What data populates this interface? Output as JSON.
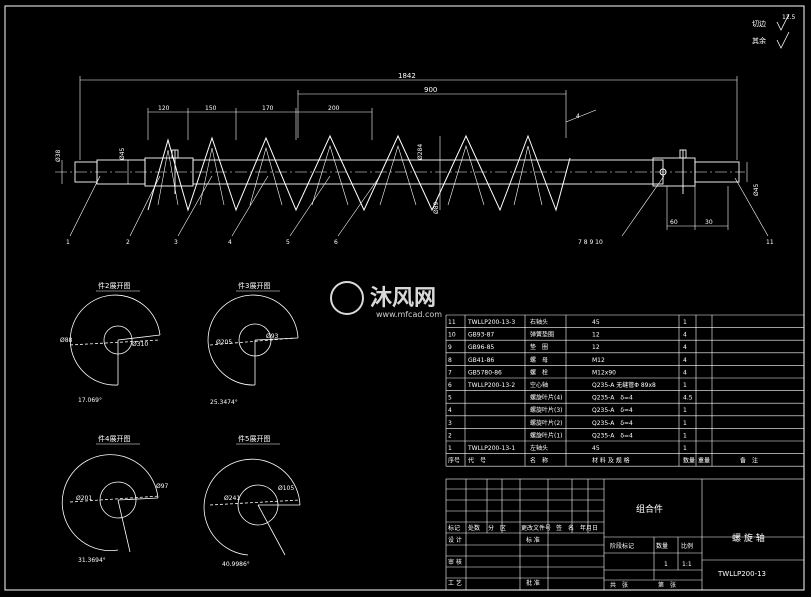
{
  "surface_note": {
    "code": "12.5",
    "cut_label": "切边",
    "rest_label": "其余"
  },
  "dimensions": {
    "overall": "1842",
    "flight": "900",
    "pitch1": "120",
    "pitch2": "150",
    "pitch3": "170",
    "pitch4": "200",
    "dia_left": "Ø38",
    "dia_left2": "Ø45",
    "dia_outer": "Ø284",
    "dia_tube": "Ø89",
    "dia_right": "Ø45",
    "right_60": "60",
    "right_30": "30",
    "thickness": "4"
  },
  "balloons": [
    "1",
    "2",
    "3",
    "4",
    "5",
    "6",
    "7 8 9 10",
    "11"
  ],
  "details": [
    {
      "title": "件2展开图",
      "d_in": "Ø88",
      "d_out": "Ø310",
      "angle": "17.069°"
    },
    {
      "title": "件3展开图",
      "d_in": "Ø205",
      "d_out": "Ø93",
      "angle": "25.3474°"
    },
    {
      "title": "件4展开图",
      "d_in": "Ø201",
      "d_out": "Ø97",
      "angle": "31.3694°"
    },
    {
      "title": "件5展开图",
      "d_in": "Ø241",
      "d_out": "Ø105",
      "angle": "40.9986°"
    }
  ],
  "watermark": {
    "brand": "沐风网",
    "url": "www.mfcad.com"
  },
  "bom": {
    "rows": [
      [
        "11",
        "TWLLP200-13-3",
        "右轴头",
        "45",
        "1",
        "",
        ""
      ],
      [
        "10",
        "GB93-87",
        "弹簧垫圈",
        "12",
        "4",
        "",
        ""
      ],
      [
        "9",
        "GB96-85",
        "垫　圈",
        "12",
        "4",
        "",
        ""
      ],
      [
        "8",
        "GB41-86",
        "螺　母",
        "M12",
        "4",
        "",
        ""
      ],
      [
        "7",
        "GB5780-86",
        "螺　栓",
        "M12x90",
        "4",
        "",
        ""
      ],
      [
        "6",
        "TWLLP200-13-2",
        "空心轴",
        "Q235-A 无缝管Φ 89x8",
        "1",
        "",
        ""
      ],
      [
        "5",
        "",
        "螺旋叶片(4)",
        "Q235-A　δ=4",
        "4.5",
        "",
        ""
      ],
      [
        "4",
        "",
        "螺旋叶片(3)",
        "Q235-A　δ=4",
        "1",
        "",
        ""
      ],
      [
        "3",
        "",
        "螺旋叶片(2)",
        "Q235-A　δ=4",
        "1",
        "",
        ""
      ],
      [
        "2",
        "",
        "螺旋叶片(1)",
        "Q235-A　δ=4",
        "1",
        "",
        ""
      ],
      [
        "1",
        "TWLLP200-13-1",
        "左轴头",
        "45",
        "1",
        "",
        ""
      ]
    ],
    "header": [
      "序号",
      "代　号",
      "名　称",
      "材 料 及 规 格",
      "数量",
      "重量",
      "备　注"
    ]
  },
  "title_block": {
    "assembly": "组合件",
    "part_name": "螺 旋 轴",
    "drawing_no": "TWLLP200-13",
    "rev_labels": [
      "标记",
      "处数",
      "分　区",
      "更改文件号",
      "签　名",
      "年月日"
    ],
    "design": "设 计",
    "standard": "标 准",
    "review": "审 核",
    "process": "工 艺",
    "approve": "批 准",
    "stage": "阶段标记",
    "weight": "数量",
    "scale": "比例",
    "qty_val": "1",
    "scale_val": "1:1",
    "sheets_total": "共　张",
    "sheet_no": "第　张"
  }
}
